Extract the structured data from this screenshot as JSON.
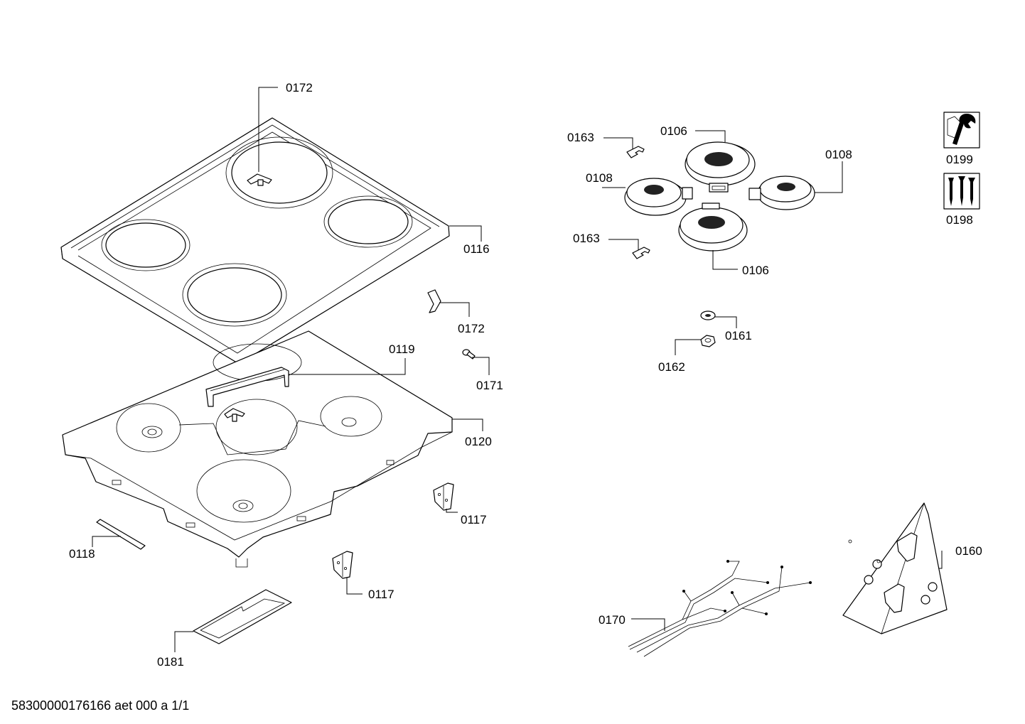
{
  "labels": {
    "p0172_top": "0172",
    "p0116": "0116",
    "p0172_clip": "0172",
    "p0119": "0119",
    "p0171": "0171",
    "p0120": "0120",
    "p0117_a": "0117",
    "p0118": "0118",
    "p0117_b": "0117",
    "p0181": "0181",
    "p0163_a": "0163",
    "p0106_a": "0106",
    "p0108_a": "0108",
    "p0108_b": "0108",
    "p0163_b": "0163",
    "p0106_b": "0106",
    "p0161": "0161",
    "p0162": "0162",
    "p0199": "0199",
    "p0198": "0198",
    "p0160": "0160",
    "p0170": "0170"
  },
  "footer": "58300000176166 aet 000 a 1/1",
  "icons": {
    "p0199": "wrench-tool-icon",
    "p0198": "screws-icon"
  }
}
